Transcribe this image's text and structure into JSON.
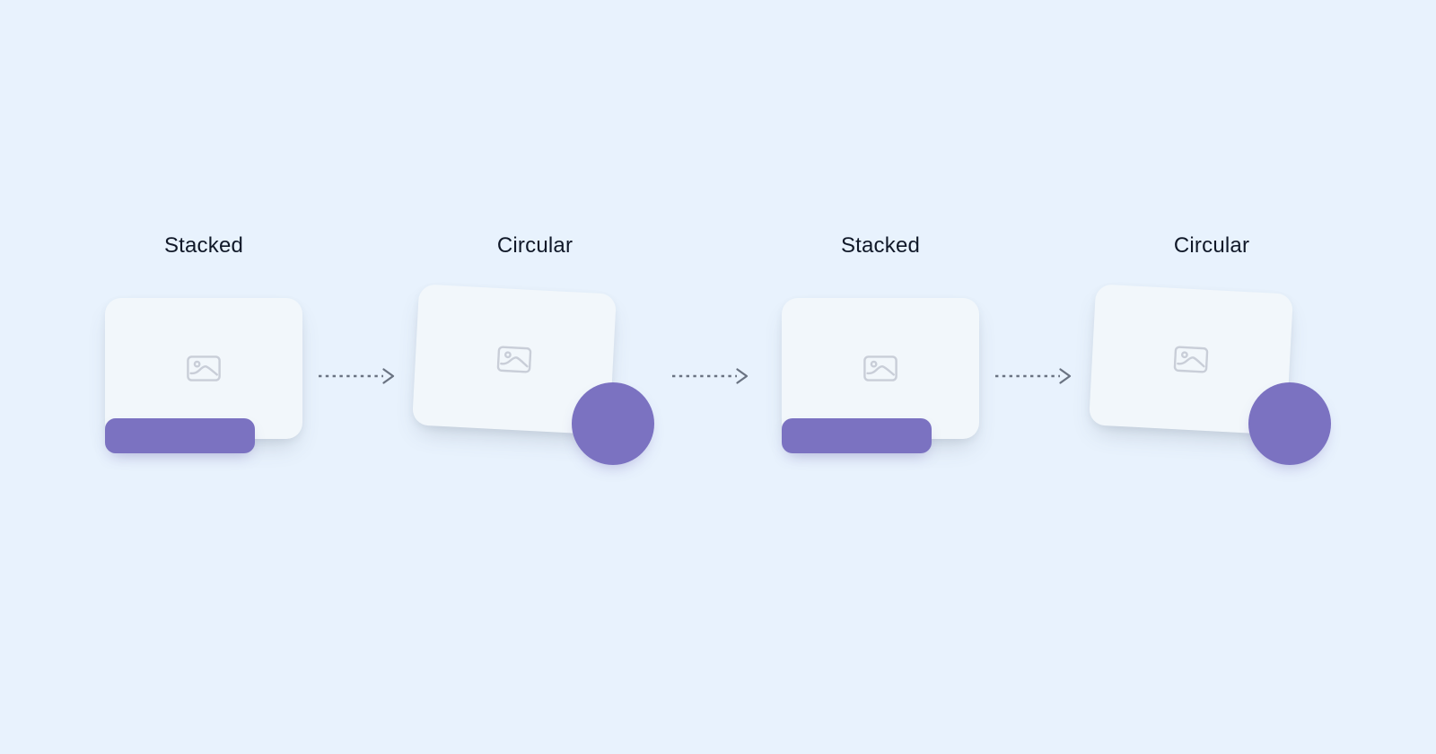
{
  "diagram": {
    "steps": [
      {
        "label": "Stacked",
        "variant": "stacked"
      },
      {
        "label": "Circular",
        "variant": "circular"
      },
      {
        "label": "Stacked",
        "variant": "stacked"
      },
      {
        "label": "Circular",
        "variant": "circular"
      }
    ],
    "connector": {
      "style": "dashed-arrow",
      "direction": "right",
      "count": 3
    },
    "icons": {
      "card_placeholder": "image-placeholder-icon"
    },
    "colors": {
      "background": "#e8f2fd",
      "card": "#f2f7fb",
      "accent_purple": "#7b72c1",
      "icon_gray": "#c9ced8",
      "arrow_gray": "#6a7382",
      "label_text": "#101828"
    }
  }
}
